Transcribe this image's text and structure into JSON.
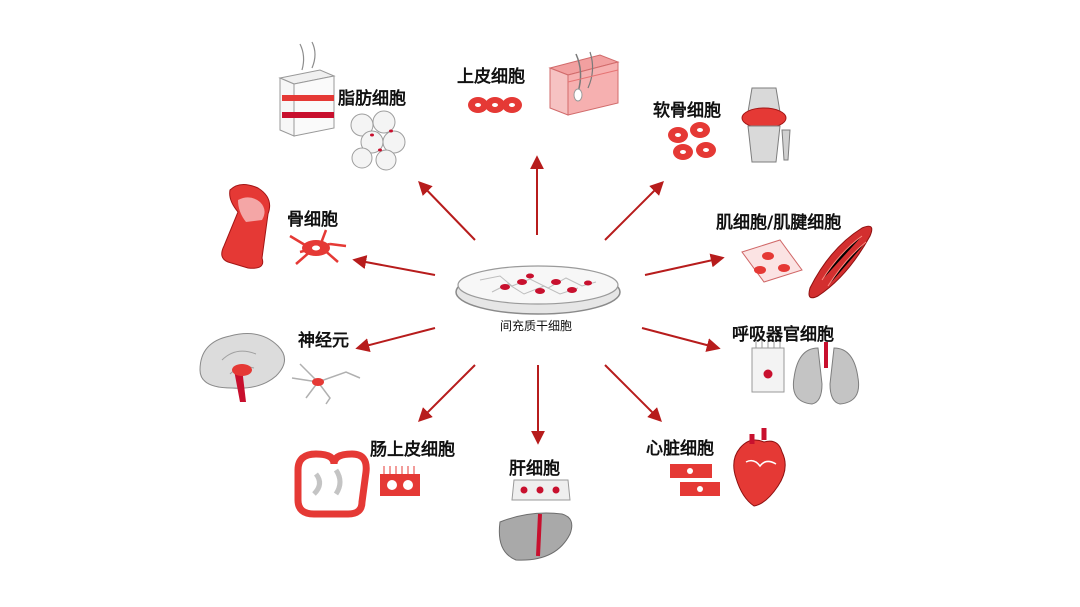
{
  "center": {
    "label": "间充质干细胞"
  },
  "targets": {
    "epidermis": "上皮细胞",
    "adipocyte": "脂肪细胞",
    "chondrocyte": "软骨细胞",
    "osteocyte": "骨细胞",
    "myocyte": "肌细胞/肌腱细胞",
    "neuron": "神经元",
    "respiratory": "呼吸器官细胞",
    "intestinal": "肠上皮细胞",
    "hepatocyte": "肝细胞",
    "cardiomyocyte": "心脏细胞"
  },
  "colors": {
    "accent": "#c8102e",
    "arrow": "#b71c1c",
    "organ_gray": "#cfcfcf",
    "pink": "#f4a6a6"
  }
}
